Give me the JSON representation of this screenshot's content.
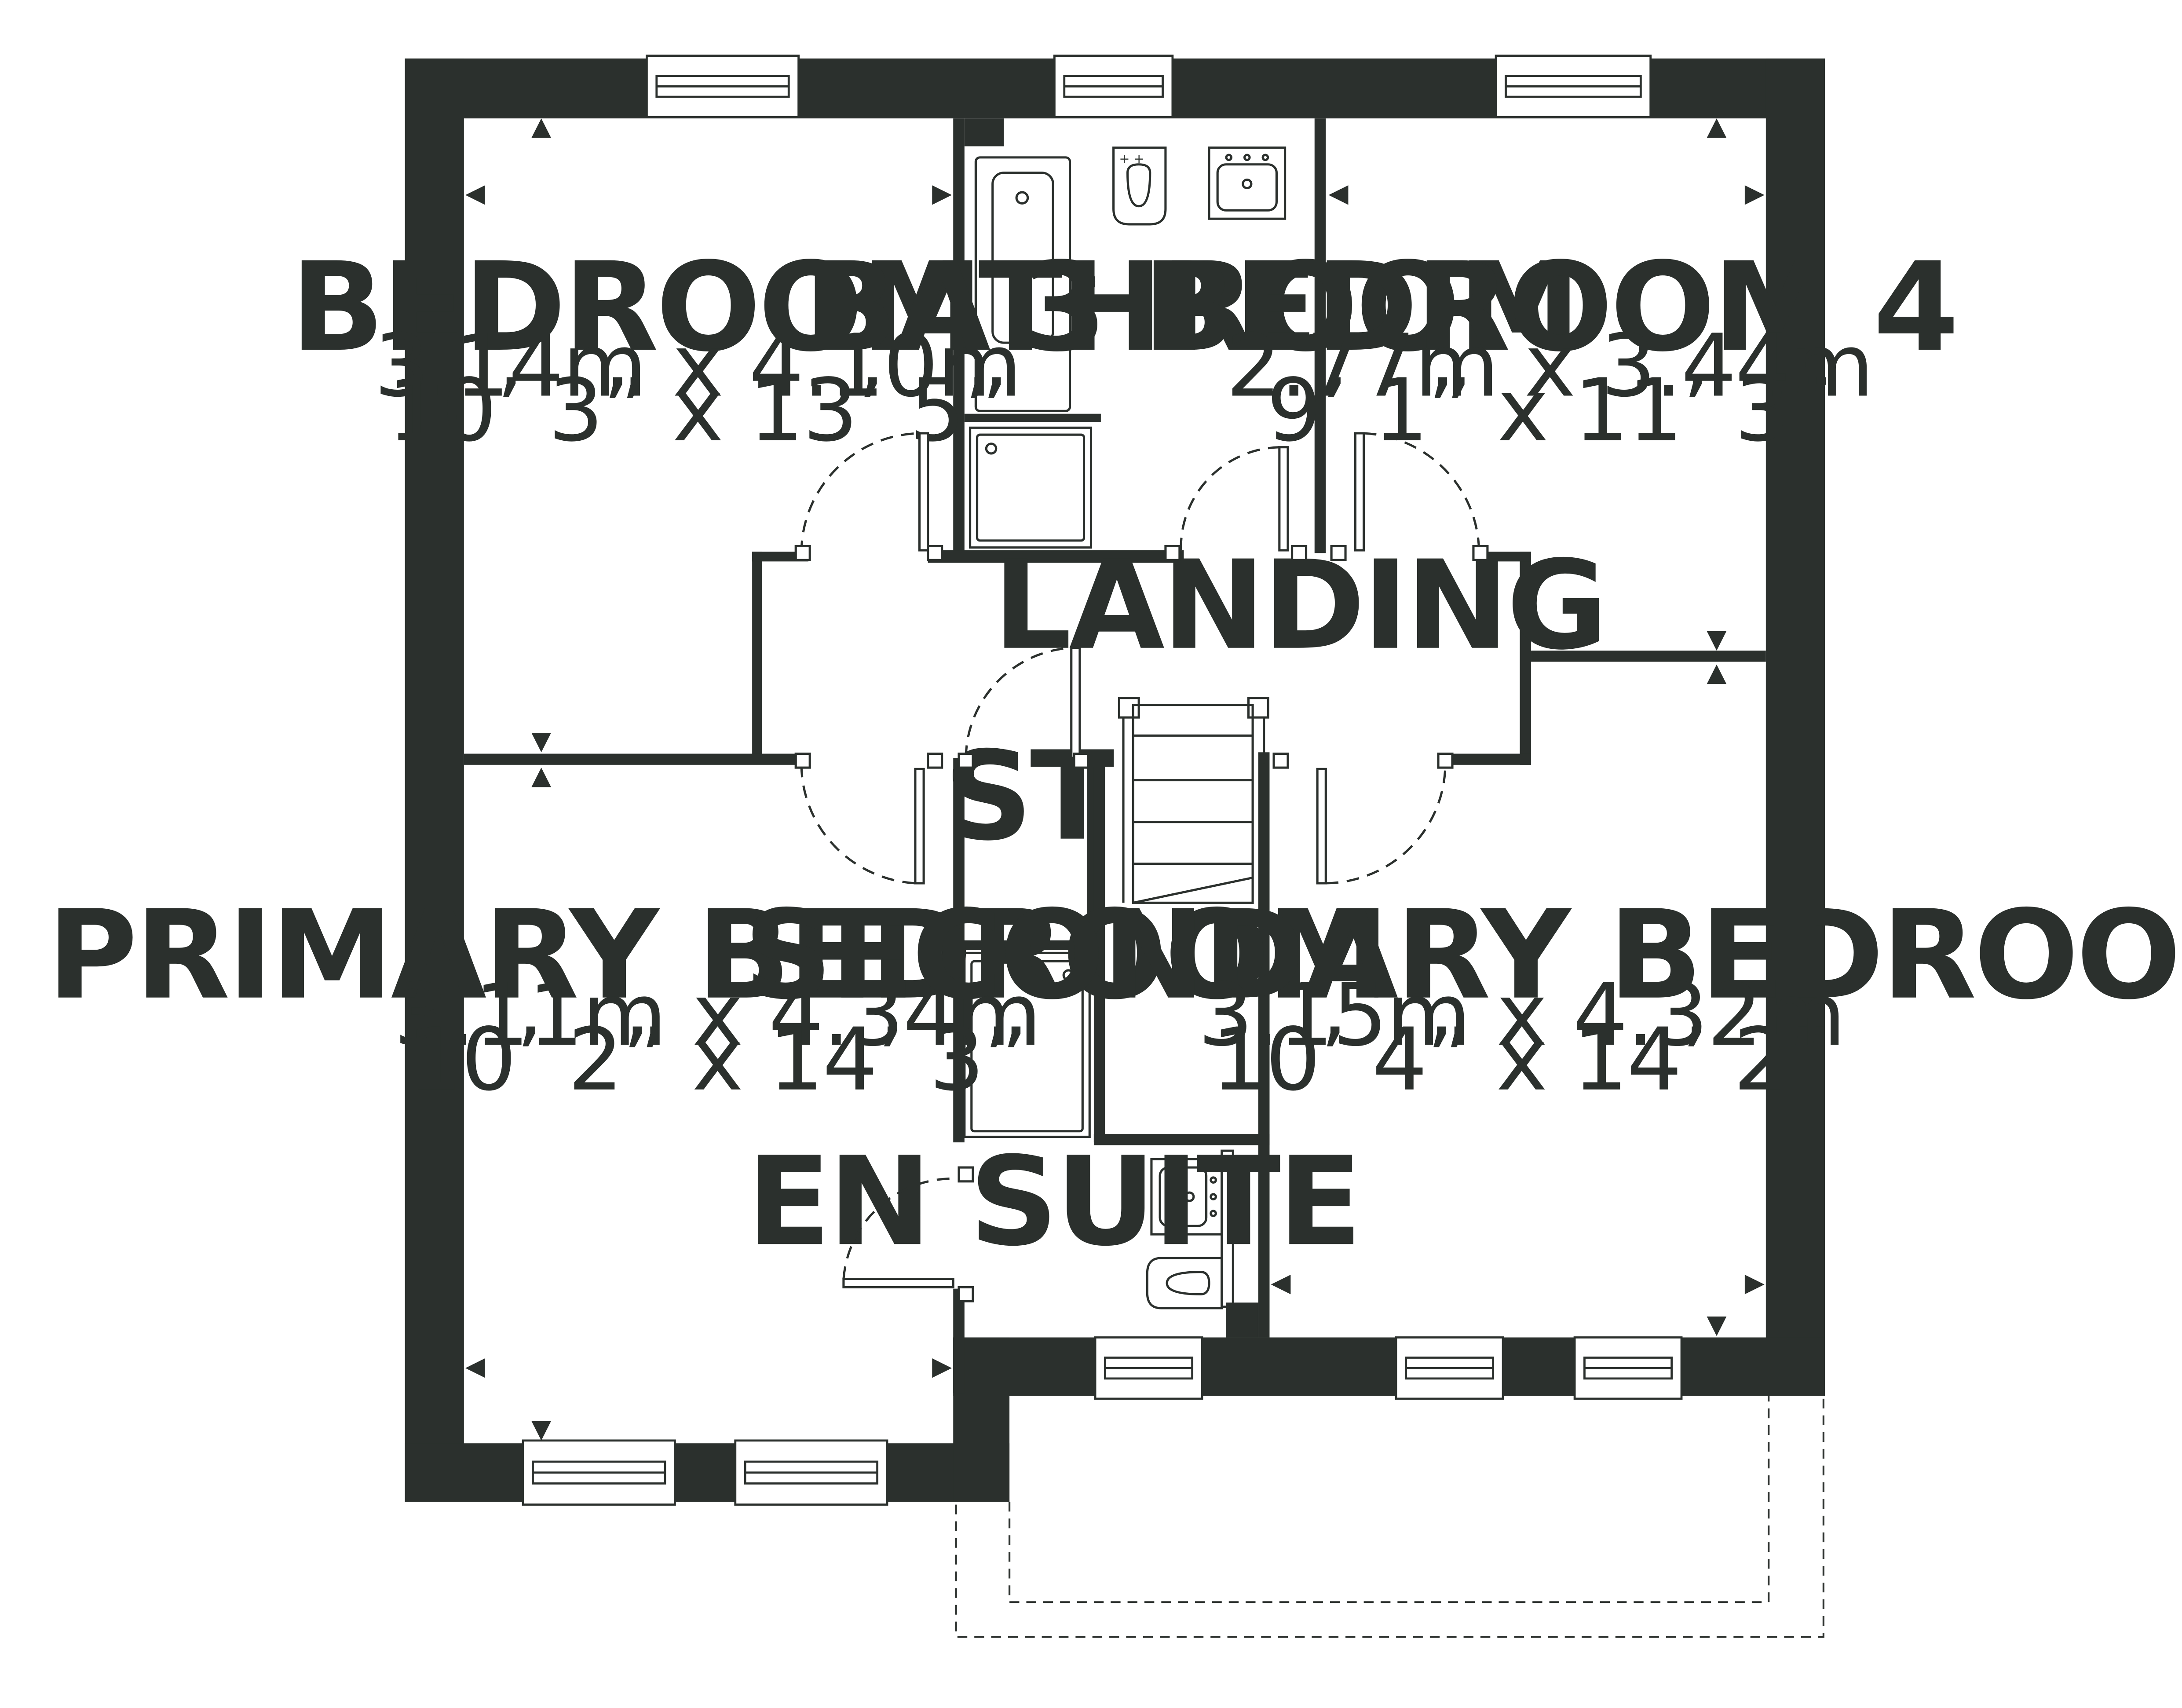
{
  "colors": {
    "wall": "#2b302d",
    "line": "#2b302d",
    "background": "#ffffff"
  },
  "rooms": {
    "bedroom3": {
      "name": "BEDROOM 3",
      "metric": "3.14m x 4.10m",
      "imperial": "10’ 3” x 13’ 5”"
    },
    "bathroom": {
      "name": "BATHROOM"
    },
    "bedroom4": {
      "name": "BEDROOM 4",
      "metric": "2.77m x 3.44m",
      "imperial": "9’ 1” x 11’ 3”"
    },
    "landing": {
      "name": "LANDING"
    },
    "store": {
      "name": "ST"
    },
    "primary": {
      "name": "PRIMARY BEDROOM",
      "metric": "3.11m x 4.34m",
      "imperial": "10’ 2” x 14’ 3”"
    },
    "secondary": {
      "name": "SECONDARY BEDROOM",
      "metric": "3.15m x 4.32m",
      "imperial": "10’ 4” x 14’ 2”"
    },
    "ensuite": {
      "name": "EN SUITE"
    }
  }
}
